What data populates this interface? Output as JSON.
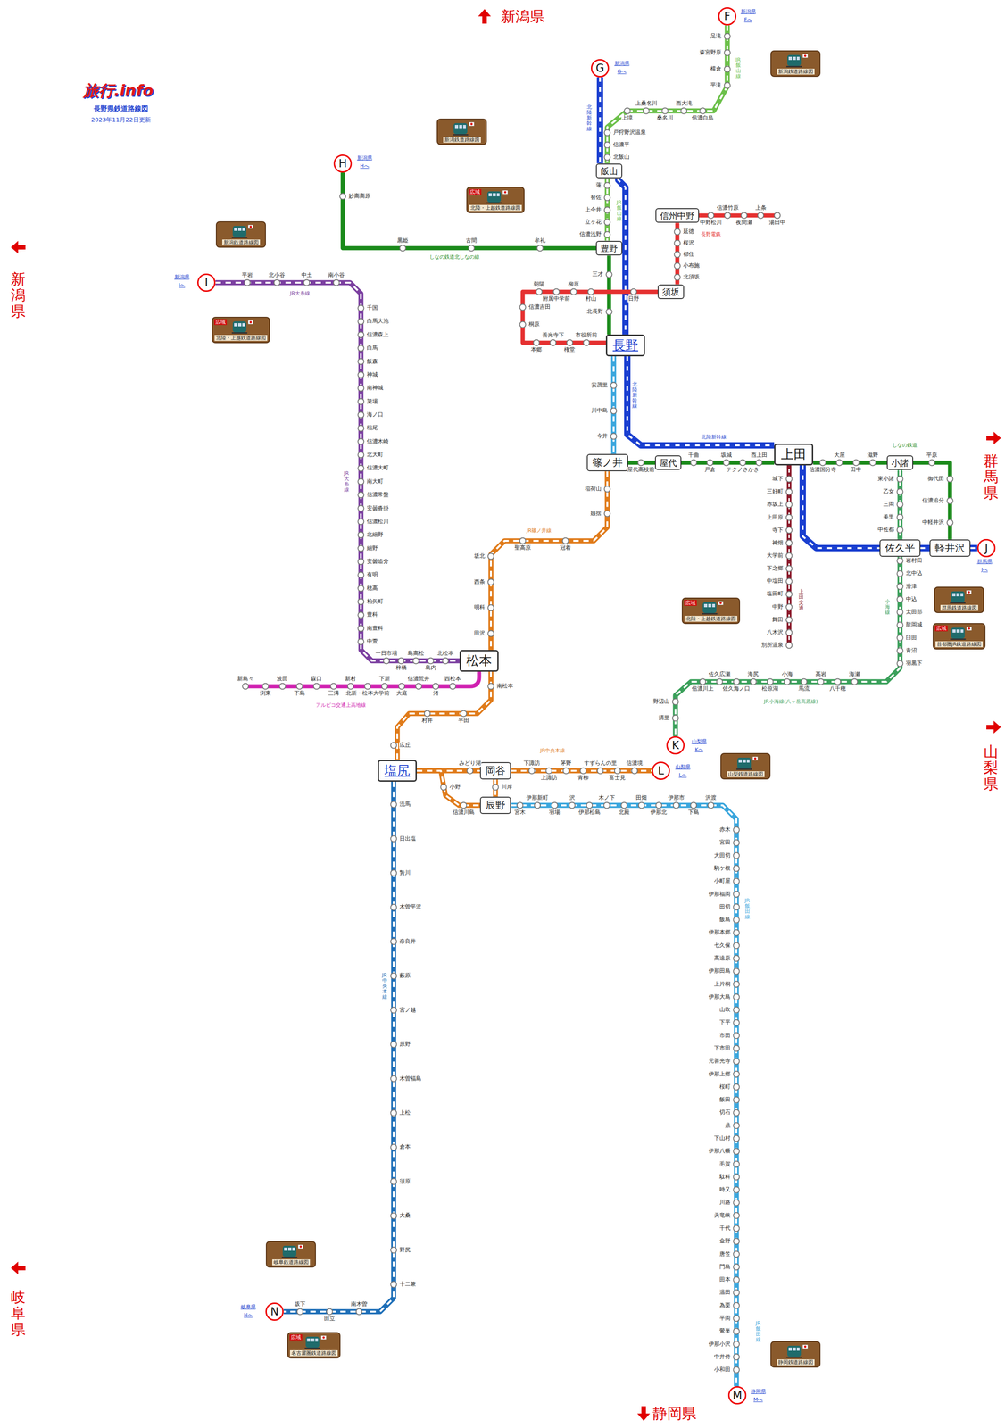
{
  "diagram": {
    "title": "長野県鉄道路線図",
    "nodes": [
      {
        "text": [
          "F"
        ]
      },
      {
        "text": [
          "G"
        ]
      },
      {
        "text": [
          "H"
        ]
      },
      {
        "text": [
          "I"
        ]
      },
      {
        "text": [
          "飯山"
        ]
      },
      {
        "text": [
          "豊野"
        ]
      },
      {
        "text": [
          "信州中野"
        ]
      },
      {
        "text": [
          "須坂"
        ]
      },
      {
        "text": [
          "長野"
        ]
      },
      {
        "text": [
          "篠ノ井"
        ]
      },
      {
        "text": [
          "屋代"
        ]
      },
      {
        "text": [
          "上田"
        ]
      },
      {
        "text": [
          "小諸"
        ]
      },
      {
        "text": [
          "佐久平"
        ]
      },
      {
        "text": [
          "軽井沢"
        ]
      },
      {
        "text": [
          "J"
        ]
      },
      {
        "text": [
          "松本"
        ]
      },
      {
        "text": [
          "K"
        ]
      },
      {
        "text": [
          "塩尻"
        ]
      },
      {
        "text": [
          "岡谷"
        ]
      },
      {
        "text": [
          "L"
        ]
      },
      {
        "text": [
          "辰野"
        ]
      },
      {
        "text": [
          "N"
        ]
      },
      {
        "text": [
          "M"
        ]
      },
      {
        "text": [
          "新潟鉄道路線図"
        ]
      },
      {
        "text": [
          "新潟鉄道路線図"
        ]
      },
      {
        "text": [
          "広域",
          "北陸・上越鉄道路線図"
        ]
      },
      {
        "text": [
          "新潟鉄道路線図"
        ]
      },
      {
        "text": [
          "広域",
          "北陸・上越鉄道路線図"
        ]
      },
      {
        "text": [
          "広域",
          "北陸・上越鉄道路線図"
        ]
      },
      {
        "text": [
          "群馬鉄道路線図"
        ]
      },
      {
        "text": [
          "広域",
          "首都圏JR鉄道路線図"
        ]
      },
      {
        "text": [
          "山梨鉄道路線図"
        ]
      },
      {
        "text": [
          "岐阜鉄道路線図"
        ]
      },
      {
        "text": [
          "広域",
          "名古屋圏鉄道路線図"
        ]
      },
      {
        "text": [
          "静岡鉄道路線図"
        ]
      }
    ],
    "edges": [
      {
        "from": 1,
        "to": 4,
        "arrow": "none"
      },
      {
        "from": 4,
        "to": 8,
        "arrow": "none"
      },
      {
        "from": 8,
        "to": 11,
        "arrow": "none"
      },
      {
        "from": 11,
        "to": 13,
        "arrow": "none"
      },
      {
        "from": 13,
        "to": 14,
        "arrow": "none"
      },
      {
        "from": 14,
        "to": 15,
        "arrow": "none"
      },
      {
        "from": 0,
        "to": 4,
        "arrow": "none"
      },
      {
        "from": 4,
        "to": 5,
        "arrow": "none"
      },
      {
        "from": 2,
        "to": 5,
        "arrow": "none"
      },
      {
        "from": 5,
        "to": 8,
        "arrow": "none"
      },
      {
        "from": 8,
        "to": 7,
        "arrow": "none"
      },
      {
        "from": 7,
        "to": 6,
        "arrow": "none"
      },
      {
        "from": 8,
        "to": 9,
        "arrow": "none"
      },
      {
        "from": 9,
        "to": 10,
        "arrow": "none"
      },
      {
        "from": 10,
        "to": 11,
        "arrow": "none"
      },
      {
        "from": 11,
        "to": 12,
        "arrow": "none"
      },
      {
        "from": 12,
        "to": 14,
        "arrow": "none"
      },
      {
        "from": 9,
        "to": 16,
        "arrow": "none"
      },
      {
        "from": 12,
        "to": 13,
        "arrow": "none"
      },
      {
        "from": 13,
        "to": 17,
        "arrow": "none"
      },
      {
        "from": 3,
        "to": 16,
        "arrow": "none"
      },
      {
        "from": 16,
        "to": 18,
        "arrow": "none"
      },
      {
        "from": 18,
        "to": 19,
        "arrow": "none"
      },
      {
        "from": 19,
        "to": 20,
        "arrow": "none"
      },
      {
        "from": 18,
        "to": 21,
        "arrow": "none"
      },
      {
        "from": 19,
        "to": 21,
        "arrow": "none"
      },
      {
        "from": 18,
        "to": 22,
        "arrow": "none"
      },
      {
        "from": 21,
        "to": 23,
        "arrow": "none"
      }
    ],
    "labels": [
      "旅行.info",
      "2023年11月22日更新",
      "新潟県",
      "新潟県",
      "群馬県",
      "山梨県",
      "岐阜県",
      "静岡県",
      "新潟県",
      "Fへ",
      "新潟県",
      "Gへ",
      "新潟県",
      "Hへ",
      "新潟県",
      "Iへ",
      "群馬県",
      "Jへ",
      "山梨県",
      "Kへ",
      "山梨県",
      "Lへ",
      "静岡県",
      "Mへ",
      "岐阜県",
      "Nへ",
      "北陸新幹線",
      "JR飯山線",
      "JR飯山線",
      "しなの鉄道北しなの線",
      "長野電鉄",
      "JR大糸線",
      "JR大糸線",
      "北陸新幹線",
      "北陸新幹線",
      "しなの鉄道",
      "上田交通",
      "JR篠ノ井線",
      "小海線",
      "JR小海線(八ヶ岳高原線)",
      "アルピコ交通上高地線",
      "JR中央本線",
      "JR中央本線",
      "JR飯田線",
      "JR飯田線",
      "足滝",
      "森宮野原",
      "横倉",
      "平滝",
      "信濃白鳥",
      "西大滝",
      "桑名川",
      "上桑名川",
      "上境",
      "戸狩野沢温泉",
      "信濃平",
      "北飯山",
      "蓮",
      "替佐",
      "上今井",
      "立ヶ花",
      "信濃浅野",
      "三才",
      "北長野",
      "妙高高原",
      "黒姫",
      "古間",
      "牟礼",
      "市役所前",
      "権堂",
      "善光寺下",
      "本郷",
      "桐原",
      "信濃吉田",
      "朝陽",
      "附属中学前",
      "柳原",
      "村山",
      "日野",
      "北須坂",
      "小布施",
      "都住",
      "桜沢",
      "延徳",
      "中野松川",
      "信濃竹原",
      "夜間瀬",
      "上条",
      "湯田中",
      "安茂里",
      "川中島",
      "今井",
      "稲荷山",
      "姨捨",
      "冠着",
      "聖高原",
      "坂北",
      "西条",
      "明科",
      "田沢",
      "南松本",
      "平田",
      "村井",
      "広丘",
      "洗馬",
      "日出塩",
      "贄川",
      "木曽平沢",
      "奈良井",
      "藪原",
      "宮ノ越",
      "原野",
      "木曽福島",
      "上松",
      "倉本",
      "須原",
      "大桑",
      "野尻",
      "十二兼",
      "南木曽",
      "田立",
      "坂下",
      "平岩",
      "北小谷",
      "中土",
      "南小谷",
      "千国",
      "白馬大池",
      "信濃森上",
      "白馬",
      "飯森",
      "神城",
      "南神城",
      "簗場",
      "海ノ口",
      "稲尾",
      "信濃木崎",
      "北大町",
      "信濃大町",
      "南大町",
      "信濃常盤",
      "安曇沓掛",
      "信濃松川",
      "北細野",
      "細野",
      "安曇追分",
      "有明",
      "穂高",
      "柏矢町",
      "豊科",
      "南豊科",
      "中萱",
      "一日市場",
      "梓橋",
      "島高松",
      "島内",
      "北松本",
      "新島々",
      "渕東",
      "波田",
      "下島",
      "森口",
      "三溝",
      "新村",
      "北新・松本大学前",
      "下新",
      "大庭",
      "信濃荒井",
      "渚",
      "西松本",
      "屋代高校前",
      "千曲",
      "戸倉",
      "坂城",
      "テクノさかき",
      "西上田",
      "信濃国分寺",
      "大屋",
      "田中",
      "滋野",
      "平原",
      "御代田",
      "信濃追分",
      "中軽井沢",
      "城下",
      "三好町",
      "赤坂上",
      "上田原",
      "寺下",
      "神畑",
      "大学前",
      "下之郷",
      "中塩田",
      "塩田町",
      "中野",
      "舞田",
      "八木沢",
      "別所温泉",
      "東小諸",
      "乙女",
      "三岡",
      "美里",
      "中佐都",
      "岩村田",
      "北中込",
      "滑津",
      "中込",
      "太田部",
      "龍岡城",
      "臼田",
      "青沼",
      "羽黒下",
      "海瀬",
      "八千穂",
      "高岩",
      "馬流",
      "小海",
      "松原湖",
      "海尻",
      "佐久海ノ口",
      "佐久広瀬",
      "信濃川上",
      "野辺山",
      "清里",
      "みどり湖",
      "下諏訪",
      "上諏訪",
      "茅野",
      "青柳",
      "すずらんの里",
      "富士見",
      "信濃境",
      "小野",
      "信濃川島",
      "川岸",
      "宮木",
      "伊那新町",
      "羽場",
      "沢",
      "伊那松島",
      "木ノ下",
      "北殿",
      "田畑",
      "伊那北",
      "伊那市",
      "下島",
      "沢渡",
      "赤木",
      "宮田",
      "大田切",
      "駒ケ根",
      "小町屋",
      "伊那福岡",
      "田切",
      "飯島",
      "伊那本郷",
      "七久保",
      "高遠原",
      "伊那田島",
      "上片桐",
      "伊那大島",
      "山吹",
      "下平",
      "市田",
      "下市田",
      "元善光寺",
      "伊那上郷",
      "桜町",
      "飯田",
      "切石",
      "鼎",
      "下山村",
      "伊那八幡",
      "毛賀",
      "駄科",
      "時又",
      "川路",
      "天竜峡",
      "千代",
      "金野",
      "唐笠",
      "門島",
      "田本",
      "温田",
      "為栗",
      "平岡",
      "鶯巣",
      "伊那小沢",
      "中井侍",
      "小和田"
    ]
  }
}
